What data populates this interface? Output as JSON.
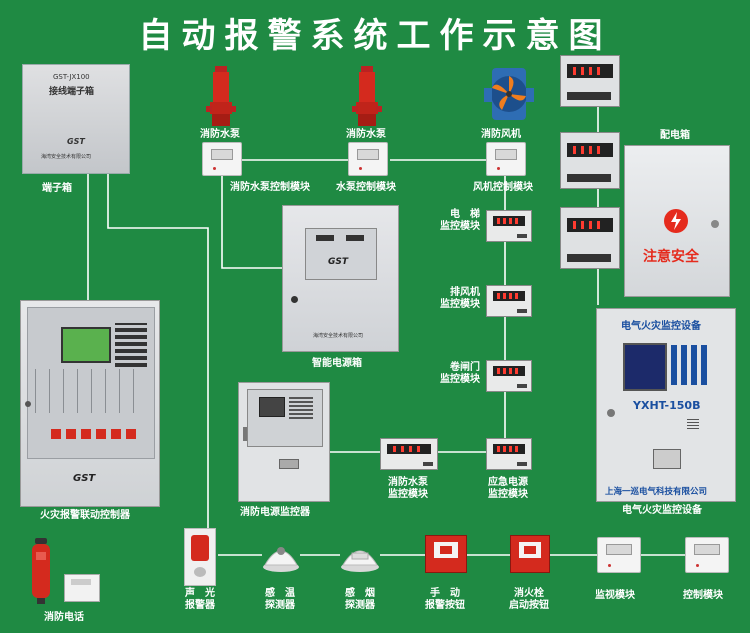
{
  "title": "自动报警系统工作示意图",
  "terminal_box": {
    "model": "GST-JX100",
    "name": "接线端子箱",
    "brand": "GST",
    "company": "海湾安全技术有限公司",
    "label": "端子箱"
  },
  "top_devices": {
    "pump1": "消防水泵",
    "pump2": "消防水泵",
    "fan": "消防风机",
    "pump_ctrl": "消防水泵控制模块",
    "water_pump_ctrl": "水泵控制模块",
    "fan_ctrl": "风机控制模块"
  },
  "power_box": {
    "brand": "GST",
    "company": "海湾安全技术有限公司",
    "label": "智能电源箱"
  },
  "monitor_modules": {
    "elevator": "电　梯\n监控模块",
    "exhaust": "排风机\n监控模块",
    "shutter": "卷闸门\n监控模块",
    "pump": "消防水泵\n监控模块",
    "emergency": "应急电源\n监控模块"
  },
  "distribution_box": {
    "label": "配电箱",
    "warning": "注意安全"
  },
  "electrical_fire": {
    "header": "电气火灾监控设备",
    "model": "YXHT-150B",
    "company": "上海一巡电气科技有限公司",
    "label": "电气火灾监控设备"
  },
  "controller": {
    "brand": "GST",
    "label": "火灾报警联动控制器"
  },
  "power_monitor": {
    "label": "消防电源监控器"
  },
  "bottom_devices": {
    "phone": "消防电话",
    "sound_light": "声　光\n报警器",
    "heat_detector": "感　温\n探测器",
    "smoke_detector": "感　烟\n探测器",
    "manual_button": "手　动\n报警按钮",
    "hydrant_button": "消火栓\n启动按钮",
    "monitor_module": "监视模块",
    "control_module": "控制模块"
  },
  "colors": {
    "background": "#1f8a43",
    "wire": "#ffffff",
    "pump_red": "#d42a1e",
    "panel_blue": "#1a4fa0"
  }
}
